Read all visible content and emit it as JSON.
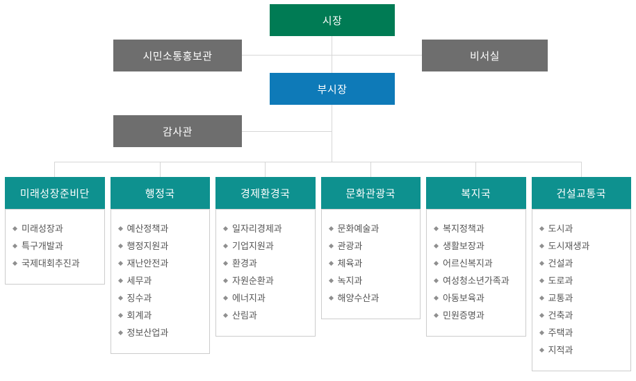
{
  "org_chart": {
    "mayor": {
      "label": "시장"
    },
    "deputy_mayor": {
      "label": "부시장"
    },
    "communication_office": {
      "label": "시민소통홍보관"
    },
    "secretary_office": {
      "label": "비서실"
    },
    "audit_office": {
      "label": "감사관"
    },
    "departments": [
      {
        "label": "미래성장준비단",
        "divisions": [
          "미래성장과",
          "특구개발과",
          "국제대회추진과"
        ]
      },
      {
        "label": "행정국",
        "divisions": [
          "예산정책과",
          "행정지원과",
          "재난안전과",
          "세무과",
          "징수과",
          "회계과",
          "정보산업과"
        ]
      },
      {
        "label": "경제환경국",
        "divisions": [
          "일자리경제과",
          "기업지원과",
          "환경과",
          "자원순환과",
          "에너지과",
          "산림과"
        ]
      },
      {
        "label": "문화관광국",
        "divisions": [
          "문화예술과",
          "관광과",
          "체육과",
          "녹지과",
          "해양수산과"
        ]
      },
      {
        "label": "복지국",
        "divisions": [
          "복지정책과",
          "생활보장과",
          "어르신복지과",
          "여성청소년가족과",
          "아동보육과",
          "민원증명과"
        ]
      },
      {
        "label": "건설교통국",
        "divisions": [
          "도시과",
          "도시재생과",
          "건설과",
          "도로과",
          "교통과",
          "건축과",
          "주택과",
          "지적과"
        ]
      }
    ],
    "colors": {
      "mayor_green": "#007B54",
      "deputy_blue": "#0E7AB8",
      "staff_gray": "#6E6E6E",
      "department_teal": "#0E918F",
      "connector_line": "#d6d6d6",
      "list_border": "#cccccc",
      "list_text": "#555555",
      "bullet_gray": "#8f8f8f"
    }
  }
}
